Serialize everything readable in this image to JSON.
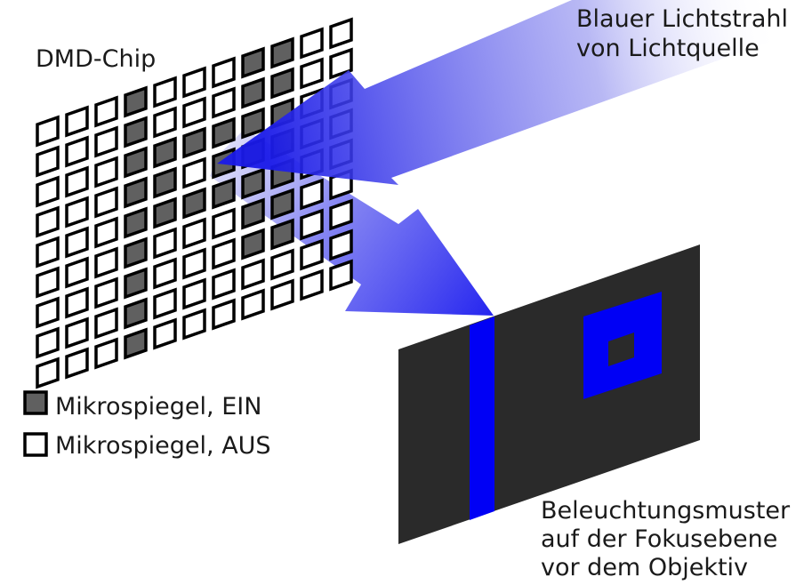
{
  "labels": {
    "chip": "DMD-Chip",
    "light_line1": "Blauer Lichtstrahl",
    "light_line2": "von Lichtquelle",
    "pattern_line1": "Beleuchtungsmuster",
    "pattern_line2": "auf der Fokusebene",
    "pattern_line3": "vor dem Objektiv"
  },
  "legend": [
    {
      "state": "on",
      "label": "Mikrospiegel,  EIN"
    },
    {
      "state": "off",
      "label": "Mikrospiegel,  AUS"
    }
  ],
  "dmd": {
    "rows": 9,
    "cols": 11,
    "on_mirrors": [
      [
        0,
        3
      ],
      [
        1,
        3
      ],
      [
        2,
        3
      ],
      [
        3,
        3
      ],
      [
        4,
        3
      ],
      [
        5,
        3
      ],
      [
        6,
        3
      ],
      [
        7,
        3
      ],
      [
        8,
        3
      ],
      [
        0,
        7
      ],
      [
        0,
        8
      ],
      [
        1,
        7
      ],
      [
        1,
        8
      ],
      [
        2,
        7
      ],
      [
        2,
        8
      ],
      [
        3,
        7
      ],
      [
        3,
        8
      ],
      [
        4,
        7
      ],
      [
        4,
        8
      ],
      [
        5,
        7
      ],
      [
        5,
        8
      ],
      [
        6,
        7
      ],
      [
        6,
        8
      ],
      [
        2,
        4
      ],
      [
        3,
        4
      ],
      [
        4,
        4
      ],
      [
        2,
        5
      ],
      [
        4,
        5
      ],
      [
        2,
        6
      ],
      [
        3,
        6
      ],
      [
        4,
        6
      ]
    ]
  },
  "colors": {
    "beam_blue": "#1010ee",
    "plane": "#2a2a2a",
    "pattern_blue": "#0000f5",
    "mirror_on": "#606060",
    "mirror_off": "#ffffff",
    "mirror_frame": "#000000"
  }
}
